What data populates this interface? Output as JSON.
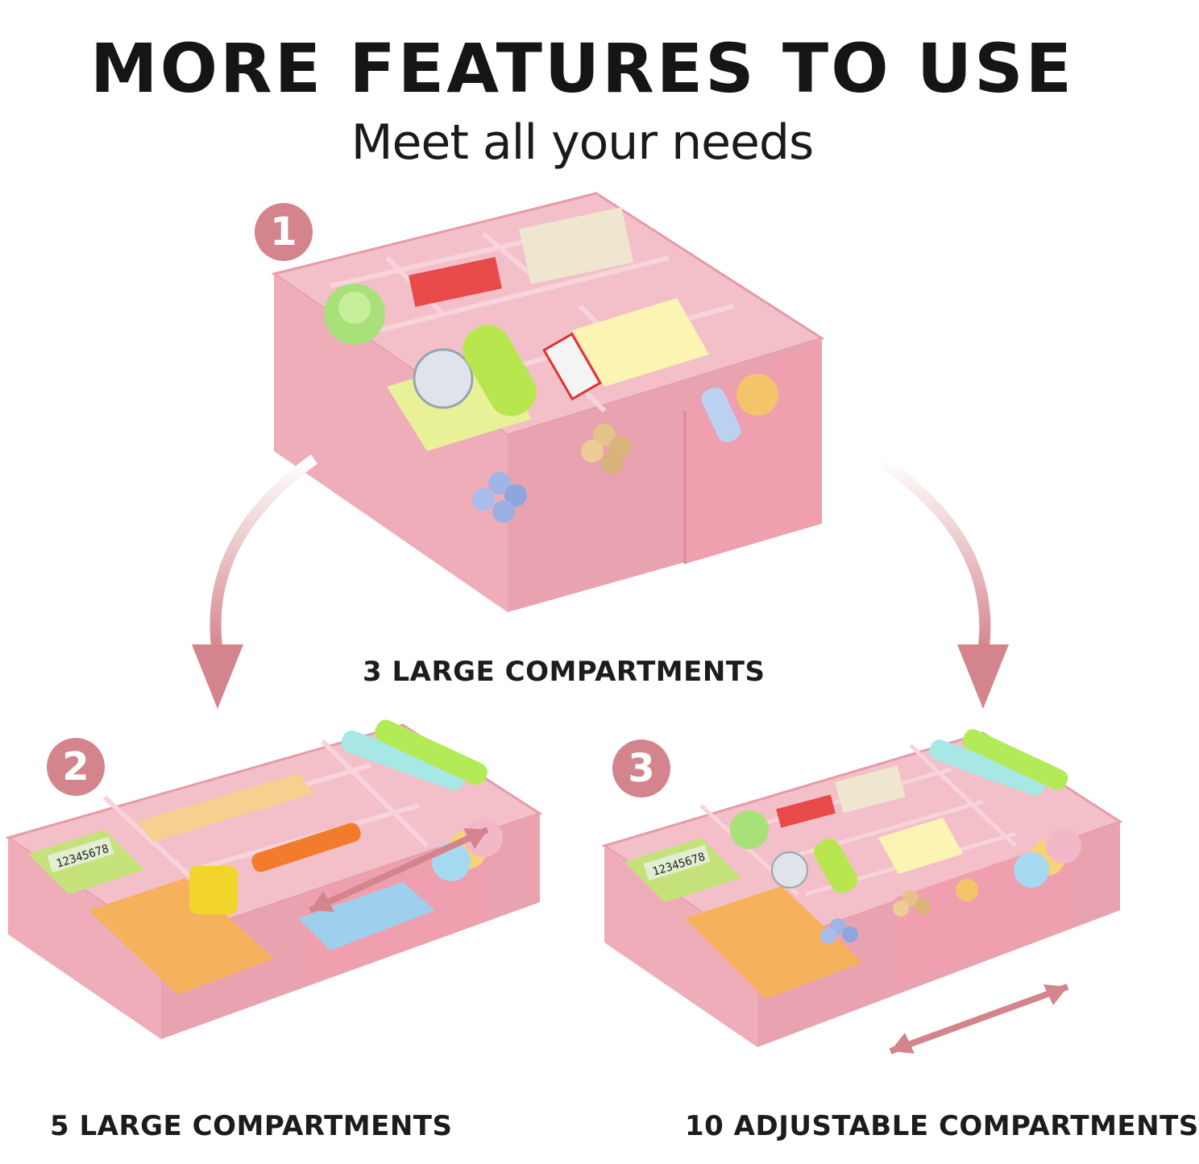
{
  "header": {
    "title": "MORE FEATURES TO USE",
    "subtitle": "Meet all your needs"
  },
  "colors": {
    "accent": "#d4848c",
    "tray_pink": "#f0b3bd",
    "tray_shadow": "#e09aa7",
    "tray_inner": "#f5c6ce",
    "text": "#151515"
  },
  "configs": [
    {
      "number": "1",
      "caption": "3 LARGE COMPARTMENTS"
    },
    {
      "number": "2",
      "caption": "5 LARGE COMPARTMENTS"
    },
    {
      "number": "3",
      "caption": "10 ADJUSTABLE COMPARTMENTS"
    }
  ],
  "calculator_display": "12345678",
  "icons": [
    "curved-arrow-left-icon",
    "curved-arrow-right-icon",
    "double-arrow-icon"
  ]
}
